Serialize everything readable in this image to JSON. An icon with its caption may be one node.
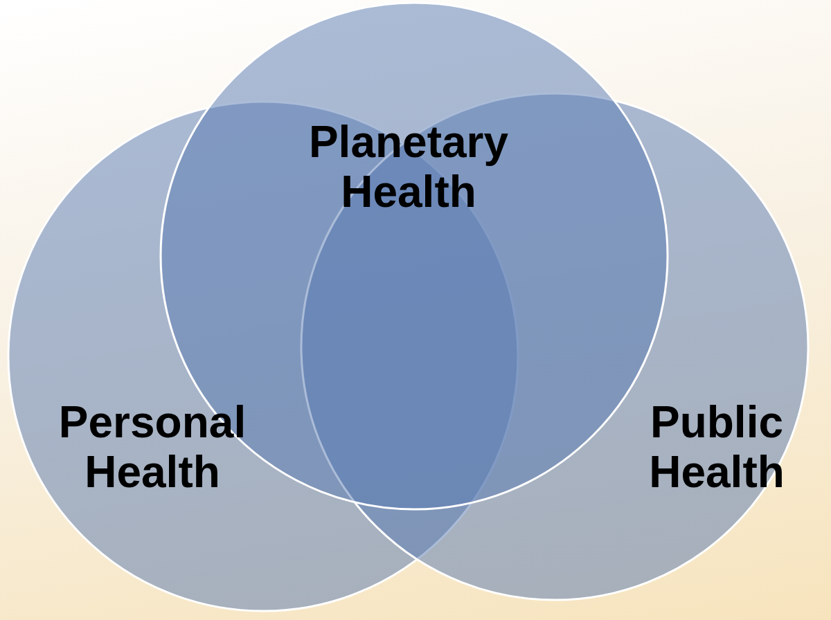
{
  "diagram": {
    "nodes": [
      {
        "text": [
          "Planetary Health"
        ]
      },
      {
        "text": [
          "Personal Health"
        ]
      },
      {
        "text": [
          "Public Health"
        ]
      }
    ]
  }
}
